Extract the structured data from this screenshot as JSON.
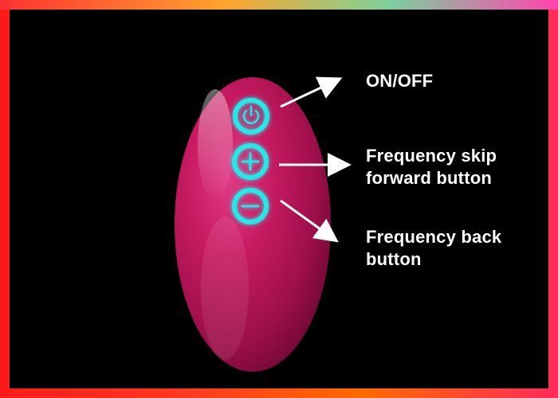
{
  "callouts": {
    "power": {
      "label": "ON/OFF"
    },
    "forward": {
      "line1": "Frequency skip",
      "line2": "forward button"
    },
    "back": {
      "line1": "Frequency back",
      "line2": "button"
    }
  },
  "icons": {
    "power": "power-icon",
    "plus": "plus-icon",
    "minus": "minus-icon"
  },
  "colors": {
    "frame": "#ff3b1f",
    "background": "#000000",
    "device": "#c8175f",
    "button_glow": "#27e6e6",
    "text": "#ffffff"
  }
}
